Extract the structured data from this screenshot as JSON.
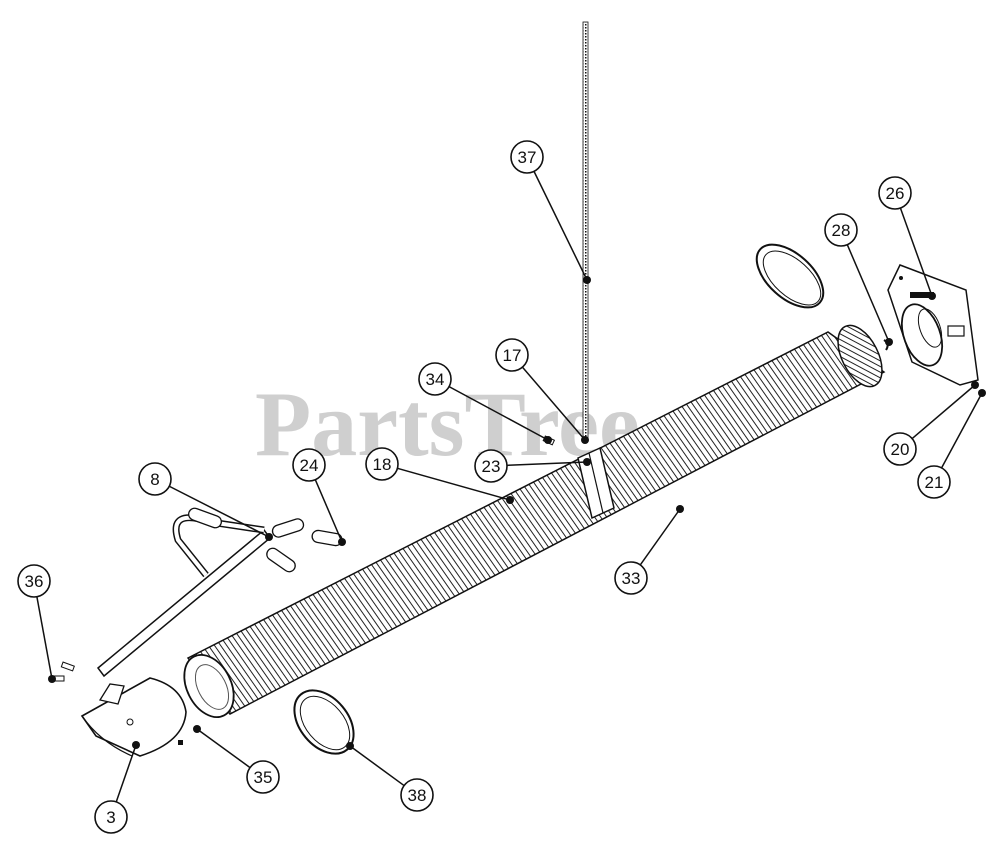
{
  "watermark": {
    "text": "PartsTree"
  },
  "colors": {
    "line": "#111111",
    "watermark": "#cfcfcf",
    "background": "#ffffff"
  },
  "callouts": [
    {
      "id": "37",
      "label": "37"
    },
    {
      "id": "26",
      "label": "26"
    },
    {
      "id": "28",
      "label": "28"
    },
    {
      "id": "17",
      "label": "17"
    },
    {
      "id": "34",
      "label": "34"
    },
    {
      "id": "18",
      "label": "18"
    },
    {
      "id": "23",
      "label": "23"
    },
    {
      "id": "20",
      "label": "20"
    },
    {
      "id": "21",
      "label": "21"
    },
    {
      "id": "8",
      "label": "8"
    },
    {
      "id": "24",
      "label": "24"
    },
    {
      "id": "33",
      "label": "33"
    },
    {
      "id": "36",
      "label": "36"
    },
    {
      "id": "35",
      "label": "35"
    },
    {
      "id": "38",
      "label": "38"
    },
    {
      "id": "3",
      "label": "3"
    }
  ]
}
